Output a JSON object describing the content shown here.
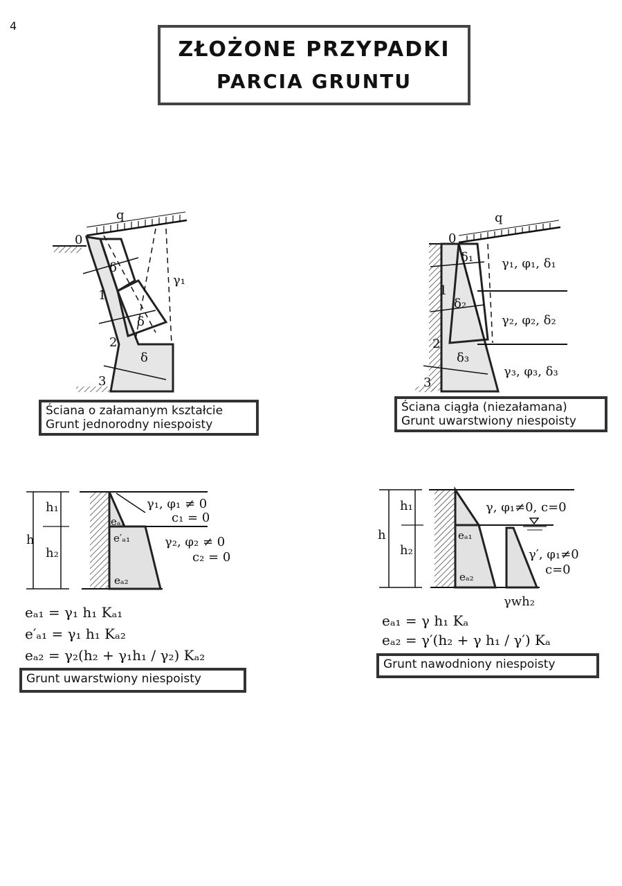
{
  "page_number": "4",
  "title": {
    "line1": "ZŁOŻONE PRZYPADKI",
    "line2": "PARCIA GRUNTU"
  },
  "fig1": {
    "load": "q",
    "points": [
      "0",
      "1",
      "2",
      "3"
    ],
    "gamma": "γ₁",
    "deltas": [
      "δ",
      "δ",
      "δ"
    ],
    "caption": [
      "Ściana o załamanym kształcie",
      "Grunt jednorodny niespoisty"
    ]
  },
  "fig2": {
    "load": "q",
    "points": [
      "0",
      "1",
      "2",
      "3"
    ],
    "deltas": [
      "δ₁",
      "δ₂",
      "δ₃"
    ],
    "layers": [
      "γ₁, φ₁, δ₁",
      "γ₂, φ₂, δ₂",
      "γ₃, φ₃, δ₃"
    ],
    "caption": [
      "Ściana ciągła (niezałamana)",
      "Grunt uwarstwiony niespoisty"
    ]
  },
  "fig3": {
    "dims": {
      "h": "h",
      "h1": "h₁",
      "h2": "h₂"
    },
    "layer1": [
      "γ₁, φ₁ ≠ 0",
      "c₁ = 0"
    ],
    "layer2": [
      "γ₂, φ₂ ≠ 0",
      "c₂ = 0"
    ],
    "labels": [
      "eₐ₁",
      "e′ₐ₁",
      "eₐ₂"
    ],
    "equations": [
      "eₐ₁ = γ₁ h₁ Kₐ₁",
      "e′ₐ₁ = γ₁ h₁ Kₐ₂",
      "eₐ₂ = γ₂(h₂ + γ₁h₁ / γ₂) Kₐ₂"
    ],
    "caption": "Grunt uwarstwiony niespoisty"
  },
  "fig4": {
    "dims": {
      "h": "h",
      "h1": "h₁",
      "h2": "h₂"
    },
    "layer1": "γ, φ₁≠0, c=0",
    "layer2": [
      "γ′, φ₁≠0",
      "c=0"
    ],
    "labels": [
      "eₐ₁",
      "eₐ₂",
      "γwh₂"
    ],
    "equations": [
      "eₐ₁ = γ h₁ Kₐ",
      "eₐ₂ = γ′(h₂ + γ h₁ / γ′) Kₐ"
    ],
    "caption": "Grunt nawodniony niespoisty"
  }
}
